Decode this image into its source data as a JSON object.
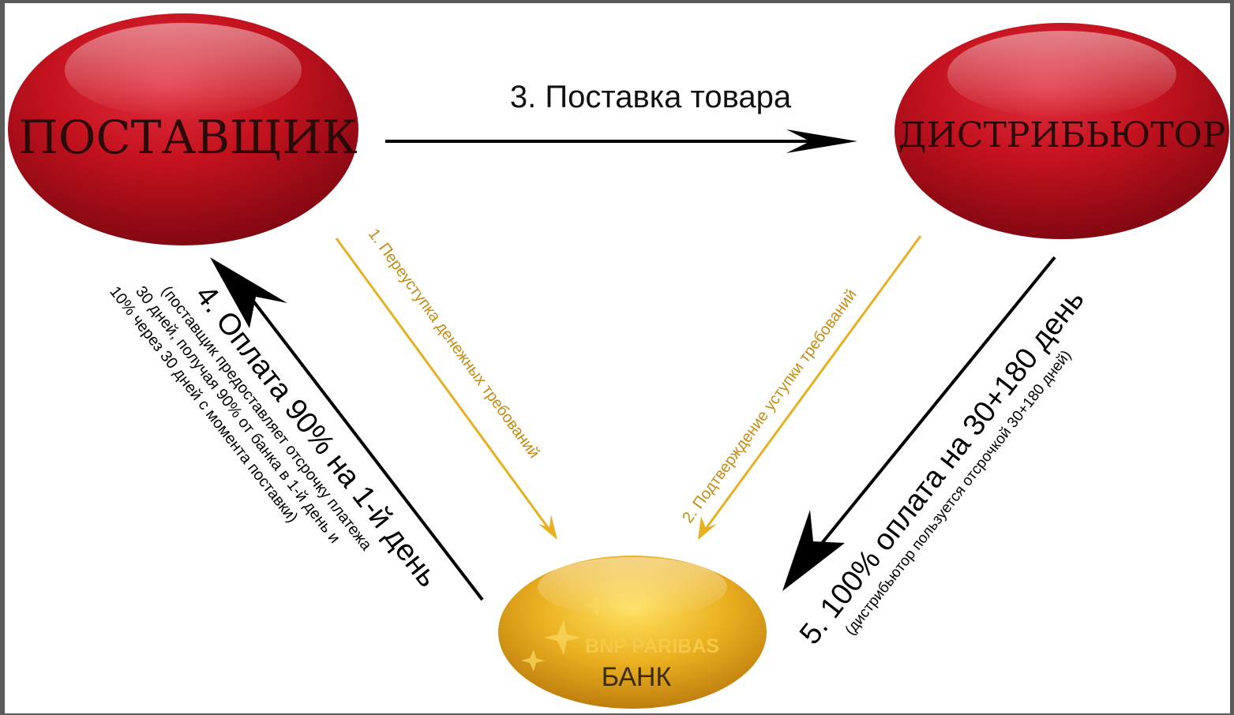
{
  "nodes": {
    "supplier": {
      "label": "ПОСТАВЩИК"
    },
    "distributor": {
      "label": "ДИСТРИБЬЮТОР"
    },
    "bank": {
      "logo_text": "BNP PARIBAS",
      "label": "БАНК"
    }
  },
  "flows": {
    "f1": {
      "label": "1. Переуступка денежных требований"
    },
    "f2": {
      "label": "2. Подтверждение уступки требований"
    },
    "f3": {
      "label": "3. Поставка товара"
    },
    "f4": {
      "label": "4. Оплата 90% на 1-й день",
      "note_1": "(поставщик предоставляет отсрочку платежа",
      "note_2": "30 дней, получая 90% от банка в 1-й день и",
      "note_3": "10%   через 30 дней  с  момента  поставки)"
    },
    "f5": {
      "label": "5. 100% оплата на 30+180 день",
      "note": "(дистрибьютор пользуется отсрочкой 30+180 дней)"
    }
  },
  "colors": {
    "red_node": "#c0101c",
    "gold_node": "#e8a418",
    "gold_arrow": "#e6b020",
    "black_arrow": "#000000",
    "frame": "#5a5a5a"
  }
}
